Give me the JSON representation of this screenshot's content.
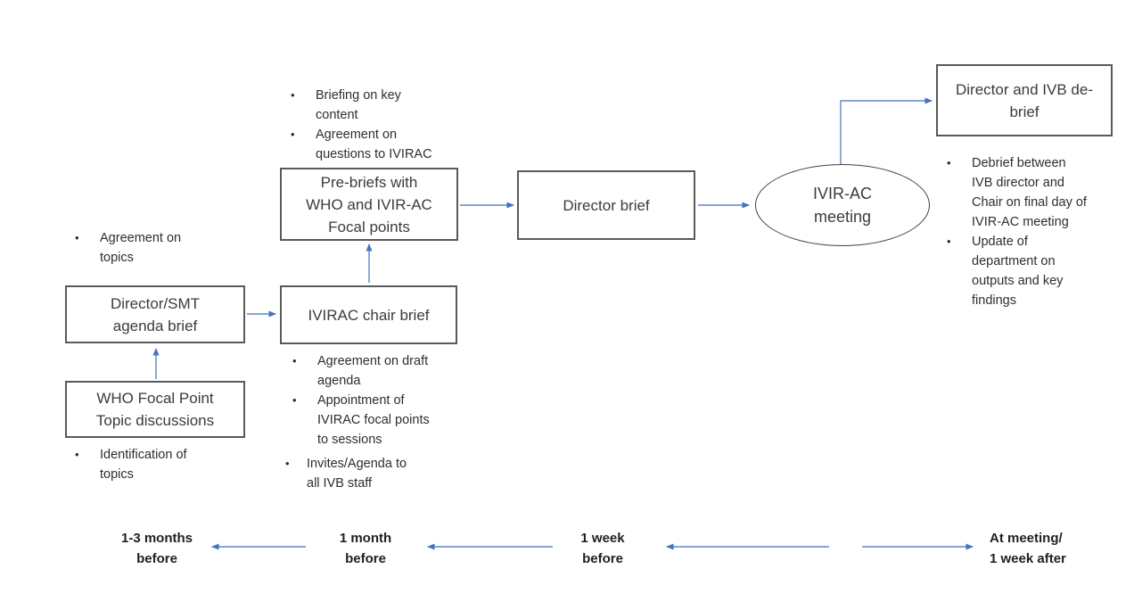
{
  "colors": {
    "arrow-head": "#4472C4",
    "arrow-line": "#6286c4",
    "box-border": "#5a5a5a",
    "ellipse-border": "#404040",
    "label-text": "#3b3b3b",
    "bullet-text": "#2e2e2e",
    "timeline-text": "#1f1f1f",
    "bg": "#ffffff"
  },
  "nodes": {
    "pre_briefs": {
      "label": "Pre-briefs with WHO and IVIR-AC Focal points"
    },
    "director_brief": {
      "label": "Director brief"
    },
    "ivirac_meeting": {
      "label": "IVIR-AC meeting"
    },
    "debrief": {
      "label": "Director and IVB de-brief"
    },
    "director_smt": {
      "label": "Director/SMT agenda brief"
    },
    "ivirac_chair": {
      "label": "IVIRAC chair brief"
    },
    "who_focal": {
      "label": "WHO Focal Point Topic discussions"
    }
  },
  "bullets": {
    "pre_briefs_notes": {
      "items": [
        "Briefing on key content",
        "Agreement on questions to IVIRAC"
      ]
    },
    "director_smt_notes": {
      "items": [
        "Agreement on topics"
      ]
    },
    "ivirac_chair_notes": {
      "items": [
        "Agreement on draft agenda",
        "Appointment of IVIRAC focal points to sessions"
      ]
    },
    "invites_notes": {
      "items": [
        "Invites/Agenda to all IVB staff"
      ]
    },
    "who_focal_notes": {
      "items": [
        "Identification of topics"
      ]
    },
    "debrief_notes": {
      "items": [
        "Debrief between IVB director and Chair on final day of IVIR-AC meeting",
        "Update of department on outputs and key findings"
      ]
    }
  },
  "timeline": {
    "labels": [
      {
        "line1": "1-3 months",
        "line2": "before"
      },
      {
        "line1": "1 month",
        "line2": "before"
      },
      {
        "line1": "1 week",
        "line2": "before"
      },
      {
        "line1": "At meeting/",
        "line2": "1 week after"
      }
    ]
  }
}
